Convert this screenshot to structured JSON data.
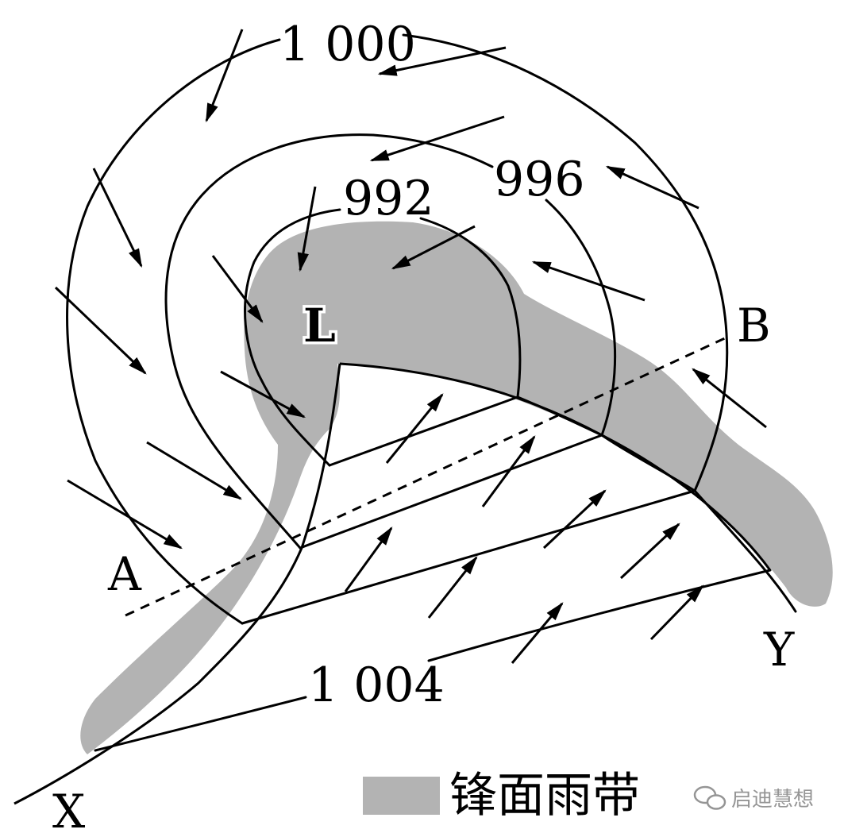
{
  "isobars": {
    "outer": "1 000",
    "middle": "996",
    "inner": "992",
    "bottom": "1 004"
  },
  "center_label": "L",
  "points": {
    "a": "A",
    "b": "B",
    "x": "X",
    "y": "Y"
  },
  "legend": {
    "label": "锋面雨带",
    "swatch_color": "#b3b3b3"
  },
  "watermark": "启迪慧想"
}
